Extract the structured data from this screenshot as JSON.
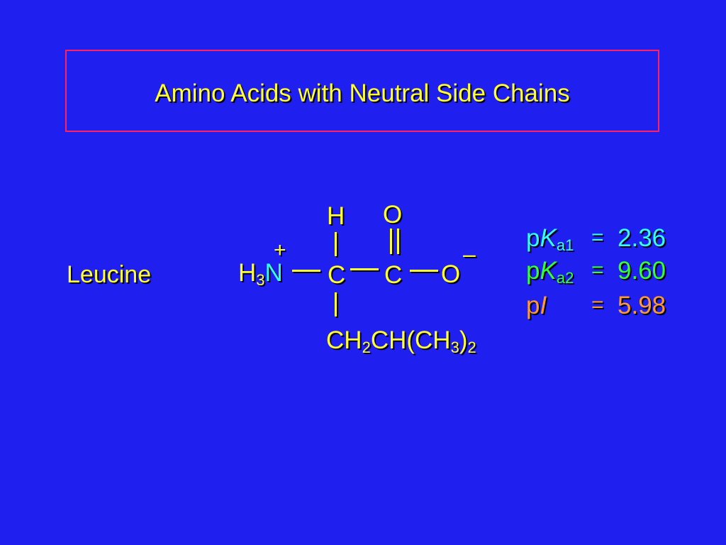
{
  "slide": {
    "title": "Amino Acids with Neutral Side Chains",
    "compound_name": "Leucine"
  },
  "structure": {
    "amine_h": "H",
    "amine_h_sub": "3",
    "amine_n": "N",
    "plus_charge": "+",
    "alpha_carbon": "C",
    "alpha_h": "H",
    "carbonyl_carbon": "C",
    "carbonyl_o": "O",
    "carboxylate_o": "O",
    "minus_charge": "–",
    "side_chain": {
      "ch": "CH",
      "sub1": "2",
      "ch2": "CH(CH",
      "sub2": "3",
      "close": ")",
      "sub3": "2"
    }
  },
  "properties": [
    {
      "prefix": "p",
      "symbol": "K",
      "subscript": "a1",
      "equals": "=",
      "value": "2.36",
      "color": "#33ffff"
    },
    {
      "prefix": "p",
      "symbol": "K",
      "subscript": "a2",
      "equals": "=",
      "value": "9.60",
      "color": "#33ff33"
    },
    {
      "prefix": "p",
      "symbol": "I",
      "subscript": "",
      "equals": "=",
      "value": "5.98",
      "color": "#ff9933"
    }
  ]
}
